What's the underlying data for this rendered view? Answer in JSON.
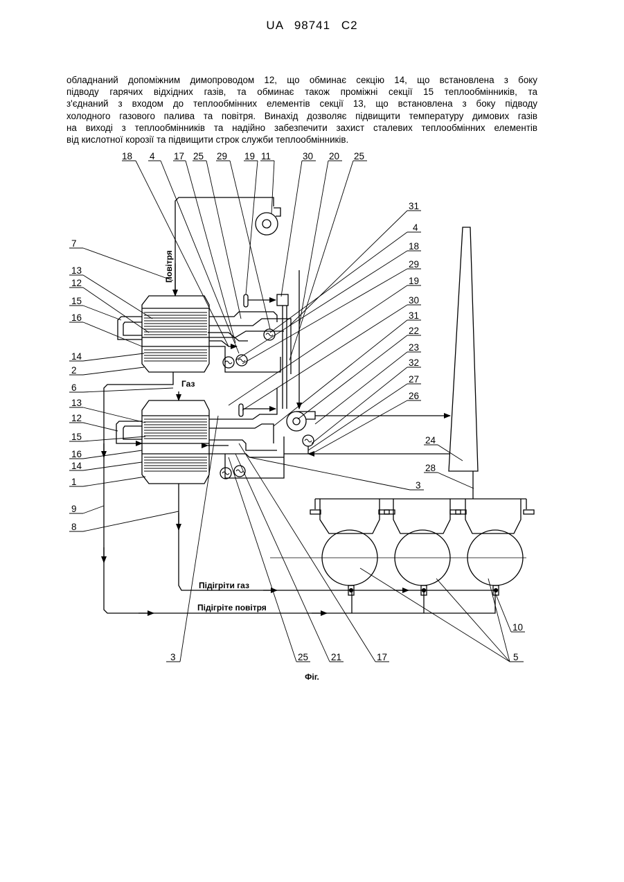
{
  "header": {
    "patent_number": "UA   98741   C2"
  },
  "abstract_lines": [
    "обладнаний допоміжним димопроводом 12, що обминає секцію 14, що встановлена з боку",
    "підводу гарячих відхідних газів, та обминає також проміжні секції 15 теплообмінників, та",
    "з'єднаний з входом до теплообмінних елементів секції 13, що встановлена з боку підводу",
    "холодного газового палива та повітря. Винахід дозволяє підвищити температуру димових газів",
    "на виході з теплообмінників та надійно забезпечити захист сталевих теплообмінних елементів",
    "від кислотної корозії та підвищити строк служби теплообмінників."
  ],
  "figure": {
    "caption": "Фіг.",
    "flow_labels": {
      "air": "Повітря",
      "gas": "Газ",
      "heated_gas": "Підігріти газ",
      "heated_air": "Підігріте повітря"
    },
    "top_labels": [
      "18",
      "4",
      "17",
      "25",
      "29",
      "19",
      "11",
      "30",
      "20",
      "25"
    ],
    "right_labels": [
      "31",
      "4",
      "18",
      "29",
      "19",
      "30",
      "31",
      "22",
      "23",
      "32",
      "27",
      "26",
      "24",
      "28",
      "3",
      "10",
      "5"
    ],
    "left_labels": [
      "7",
      "13",
      "12",
      "15",
      "16",
      "14",
      "2",
      "6",
      "13",
      "12",
      "15",
      "16",
      "14",
      "1",
      "9",
      "8"
    ],
    "bottom_labels": [
      "3",
      "25",
      "21",
      "17"
    ]
  }
}
